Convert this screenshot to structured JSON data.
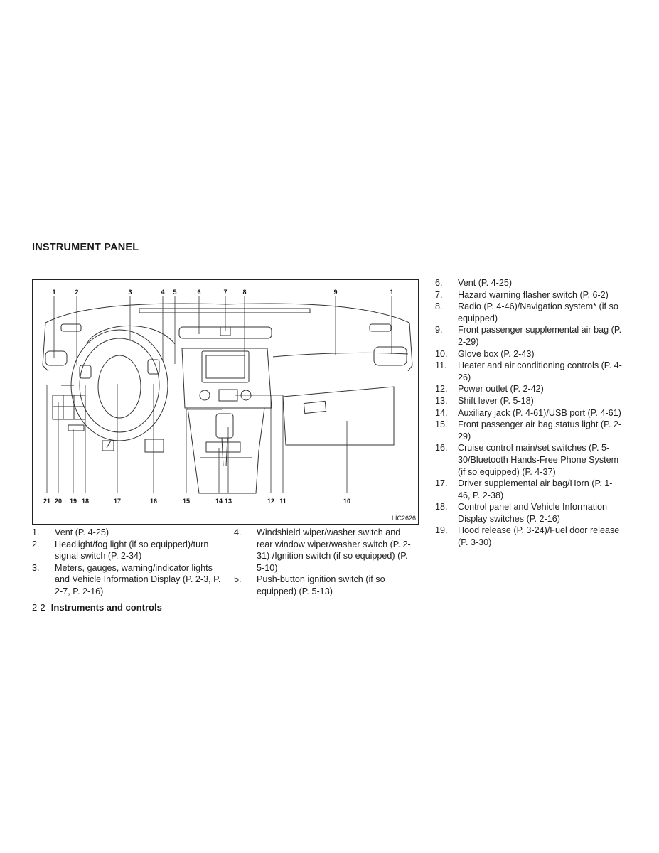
{
  "section_title": "INSTRUMENT PANEL",
  "figure": {
    "code": "LIC2626",
    "callouts_top": [
      "1",
      "2",
      "3",
      "4",
      "5",
      "6",
      "7",
      "8",
      "9",
      "1"
    ],
    "callouts_bottom": [
      "21",
      "20",
      "19",
      "18",
      "17",
      "16",
      "15",
      "14",
      "13",
      "12",
      "11",
      "10"
    ]
  },
  "list_left": [
    {
      "num": "1.",
      "text": "Vent (P. 4-25)"
    },
    {
      "num": "2.",
      "text": "Headlight/fog light (if so equipped)/turn signal switch (P. 2-34)"
    },
    {
      "num": "3.",
      "text": "Meters, gauges, warning/indicator lights and Vehicle Information Display (P. 2-3, P. 2-7, P. 2-16)"
    }
  ],
  "list_mid": [
    {
      "num": "4.",
      "text": "Windshield wiper/washer switch and rear window wiper/washer switch (P. 2-31) /Ignition switch (if so equipped) (P. 5-10)"
    },
    {
      "num": "5.",
      "text": "Push-button ignition switch (if so equipped) (P. 5-13)"
    }
  ],
  "list_right": [
    {
      "num": "6.",
      "text": "Vent (P. 4-25)"
    },
    {
      "num": "7.",
      "text": "Hazard warning flasher switch (P. 6-2)"
    },
    {
      "num": "8.",
      "text": "Radio (P. 4-46)/Navigation system* (if so equipped)"
    },
    {
      "num": "9.",
      "text": "Front passenger supplemental air bag (P. 2-29)"
    },
    {
      "num": "10.",
      "text": "Glove box (P. 2-43)"
    },
    {
      "num": "11.",
      "text": "Heater and air conditioning controls (P. 4-26)"
    },
    {
      "num": "12.",
      "text": "Power outlet (P. 2-42)"
    },
    {
      "num": "13.",
      "text": "Shift lever (P. 5-18)"
    },
    {
      "num": "14.",
      "text": "Auxiliary jack (P. 4-61)/USB port (P. 4-61)"
    },
    {
      "num": "15.",
      "text": "Front passenger air bag status light (P. 2-29)"
    },
    {
      "num": "16.",
      "text": "Cruise control main/set switches (P. 5-30/Bluetooth Hands-Free Phone System (if so equipped) (P. 4-37)"
    },
    {
      "num": "17.",
      "text": "Driver supplemental air bag/Horn (P. 1-46, P. 2-38)"
    },
    {
      "num": "18.",
      "text": "Control panel and Vehicle Information Display switches (P. 2-16)"
    },
    {
      "num": "19.",
      "text": "Hood release (P. 3-24)/Fuel door release (P. 3-30)"
    }
  ],
  "footer": {
    "page": "2-2",
    "title": "Instruments and controls"
  }
}
